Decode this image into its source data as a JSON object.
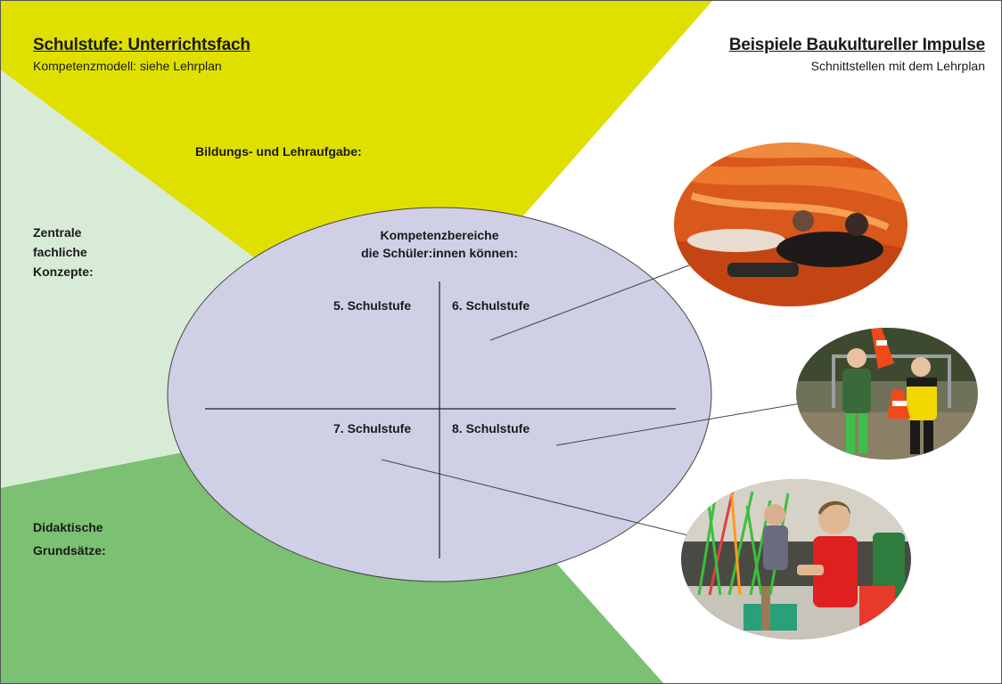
{
  "header_left": {
    "title": "Schulstufe: Unterrichtsfach",
    "subtitle": "Kompetenzmodell:  siehe Lehrplan"
  },
  "header_right": {
    "title": "Beispiele Baukultureller Impulse",
    "subtitle": "Schnittstellen mit dem Lehrplan"
  },
  "sections": {
    "bildung": "Bildungs- und Lehraufgabe:",
    "zentrale_lines": [
      "Zentrale",
      "fachliche",
      "Konzepte:"
    ],
    "didaktik_lines": [
      "Didaktische",
      "Grundsätze:"
    ]
  },
  "ellipse": {
    "title_lines": [
      "Kompetenzbereiche",
      "die Schüler:innen können:"
    ],
    "quadrants": [
      "5. Schulstufe",
      "6. Schulstufe",
      "7. Schulstufe",
      "8. Schulstufe"
    ]
  },
  "colors": {
    "yellow_wedge": "#e0e000",
    "light_green_wedge": "#d8ebd6",
    "green_wedge": "#7cc073",
    "ellipse_fill": "#cfcfe6"
  }
}
